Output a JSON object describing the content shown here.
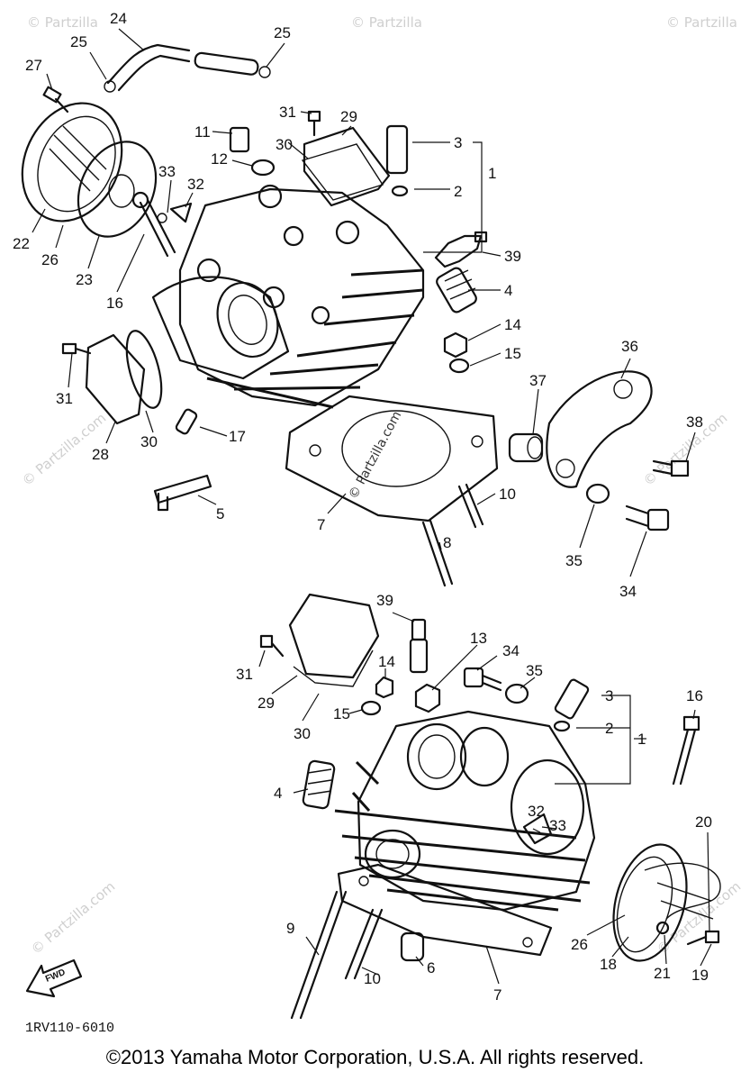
{
  "watermark": {
    "text": "© Partzilla.com",
    "short": "© Partzilla",
    "center": "© Partzilla.com"
  },
  "diagram_code": "1RV110-6010",
  "fwd_label": "FWD",
  "copyright": "©2013  Yamaha Motor Corporation, U.S.A. All rights reserved.",
  "callouts": {
    "c24": "24",
    "c25a": "25",
    "c25b": "25",
    "c27": "27",
    "c31a": "31",
    "c29a": "29",
    "c3a": "3",
    "c2a": "2",
    "c1a": "1",
    "c11": "11",
    "c12": "12",
    "c30a": "30",
    "c33a": "33",
    "c32a": "32",
    "c22": "22",
    "c26a": "26",
    "c23": "23",
    "c16a": "16",
    "c39a": "39",
    "c4a": "4",
    "c14a": "14",
    "c15a": "15",
    "c36": "36",
    "c37": "37",
    "c38": "38",
    "c31b": "31",
    "c30b": "30",
    "c28": "28",
    "c17": "17",
    "c10a": "10",
    "c7a": "7",
    "c5": "5",
    "c8": "8",
    "c35a": "35",
    "c34a": "34",
    "c39b": "39",
    "c13": "13",
    "c34b": "34",
    "c35b": "35",
    "c31c": "31",
    "c29b": "29",
    "c14b": "14",
    "c15b": "15",
    "c30c": "30",
    "c3b": "3",
    "c2b": "2",
    "c1b": "1",
    "c16b": "16",
    "c4b": "4",
    "c32b": "32",
    "c33b": "33",
    "c20": "20",
    "c9": "9",
    "c6": "6",
    "c10b": "10",
    "c7b": "7",
    "c26b": "26",
    "c18": "18",
    "c21": "21",
    "c19": "19"
  }
}
